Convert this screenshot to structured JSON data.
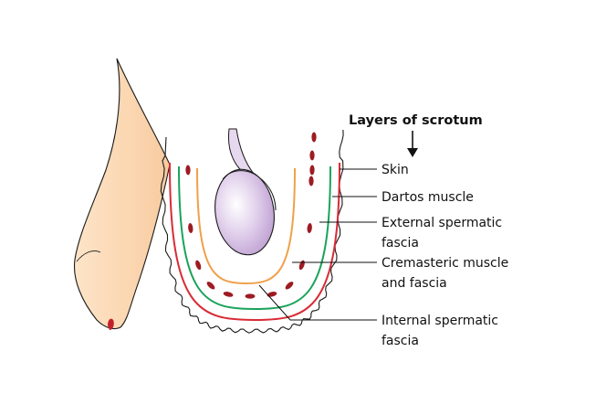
{
  "diagram": {
    "title": "Layers of scrotum",
    "labels": {
      "skin": "Skin",
      "dartos": "Dartos muscle",
      "external_1": "External spermatic",
      "external_2": "fascia",
      "cremasteric_1": "Cremasteric muscle",
      "cremasteric_2": "and fascia",
      "internal_1": "Internal spermatic",
      "internal_2": "fascia"
    },
    "colors": {
      "skin_tone": "#fbd9b5",
      "outline": "#1a1a1a",
      "dartos": "#d92b36",
      "external_fascia": "#1aa35a",
      "cremasteric_fibers": "#9e1b22",
      "internal_fascia": "#f0a04b",
      "testis": "#cdb3dd"
    },
    "icons": [
      "down-arrow-icon"
    ]
  }
}
